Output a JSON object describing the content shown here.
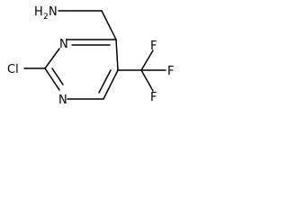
{
  "molecule": {
    "atoms": {
      "nh2_h": "H",
      "nh2_sub": "2",
      "nh2_n": "N",
      "ring_n_upper": "N",
      "ring_n_lower": "N",
      "cl": "Cl",
      "f_top": "F",
      "f_right": "F",
      "f_bottom": "F"
    }
  }
}
